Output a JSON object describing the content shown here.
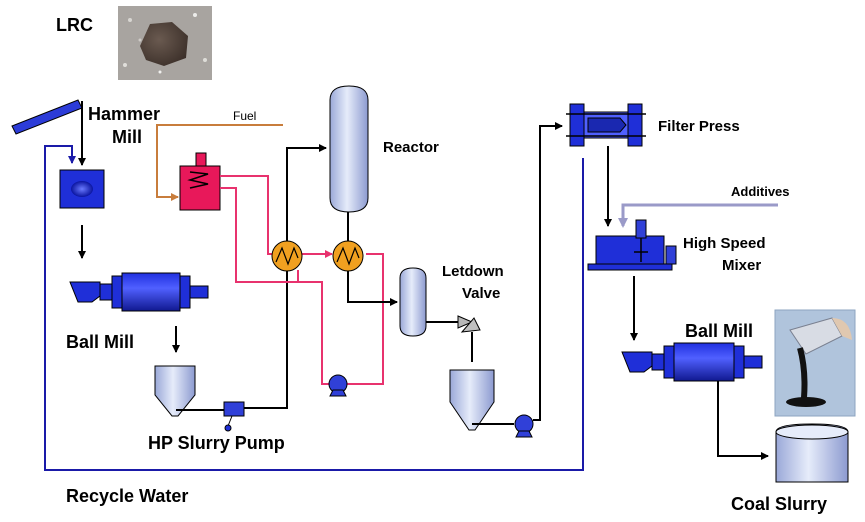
{
  "labels": {
    "lrc": "LRC",
    "hammer_mill_1": "Hammer",
    "hammer_mill_2": "Mill",
    "fuel": "Fuel",
    "reactor": "Reactor",
    "filter_press": "Filter Press",
    "additives": "Additives",
    "high_speed_mixer_1": "High Speed",
    "high_speed_mixer_2": "Mixer",
    "letdown_valve_1": "Letdown",
    "letdown_valve_2": "Valve",
    "ball_mill_left": "Ball Mill",
    "ball_mill_right": "Ball Mill",
    "hp_slurry_pump": "HP Slurry Pump",
    "recycle_water": "Recycle Water",
    "coal_slurry": "Coal Slurry"
  },
  "colors": {
    "process_line": "#000000",
    "recycle_line": "#1a1aa8",
    "heat_line": "#e8326e",
    "fuel_line": "#c87d3c",
    "additives_line": "#9a9ac8",
    "equipment_blue": "#1f2fd8",
    "vessel_fill": "#c8d4f0",
    "heater_fill": "#e8185a",
    "exchanger_fill": "#f0a020"
  },
  "icons": {
    "lrc_photo": "coal-rock-photo",
    "coal_slurry_photo": "pouring-slurry-photo"
  }
}
